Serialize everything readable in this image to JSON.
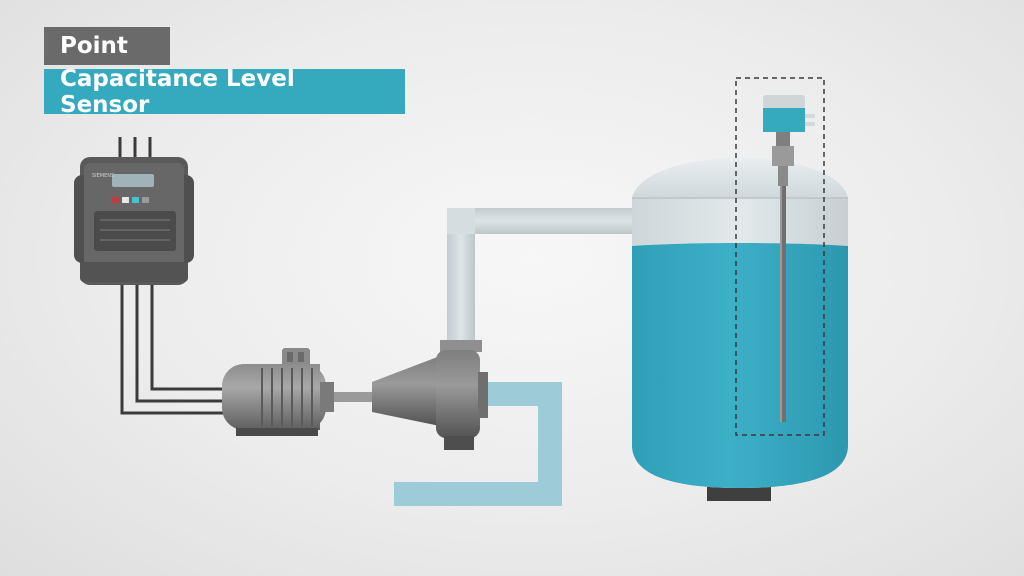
{
  "labels": {
    "category": "Point",
    "title": "Capacitance Level Sensor"
  },
  "drive": {
    "brand": "SIEMENS"
  },
  "colors": {
    "accent": "#35a9bd",
    "category_bg": "#6a6a6a",
    "liquid": "#3aa8bf",
    "tank_shell": "#dde4e7",
    "pipe": "#c9d3d6",
    "return_pipe": "#9bcbd8",
    "machine_dark": "#4a4a4a",
    "machine_mid": "#6d6d6d"
  }
}
